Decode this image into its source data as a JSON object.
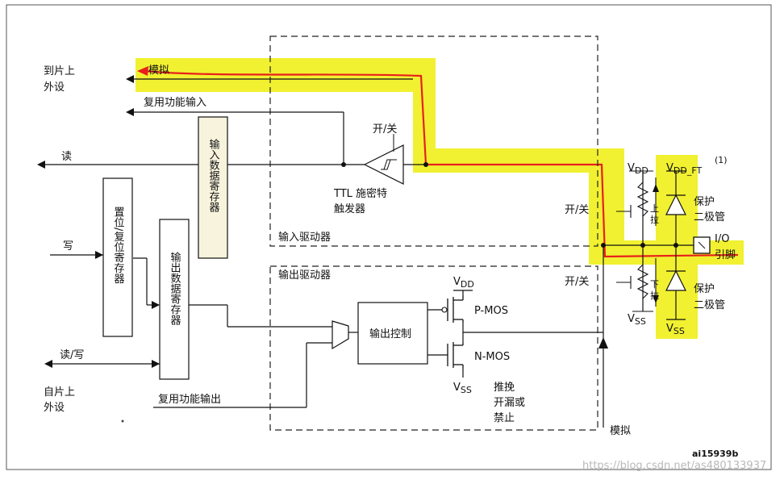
{
  "diagram": {
    "labels": {
      "to_onchip_periph": [
        "到片上",
        "外设"
      ],
      "analog_top": "模拟",
      "af_input": "复用功能输入",
      "read": "读",
      "write": "写",
      "read_write": "读/写",
      "from_onchip_periph": [
        "自片上",
        "外设"
      ],
      "af_output": "复用功能输出",
      "input_data_reg": "输入数据寄存器",
      "bit_set_reset_reg": "置位/复位寄存器",
      "output_data_reg": "输出数据寄存器",
      "onoff_1": "开/关",
      "ttl_schmitt": [
        "TTL 施密特",
        "触发器"
      ],
      "input_driver": "输入驱动器",
      "output_driver": "输出驱动器",
      "vdd": "V",
      "vdd_sub": "DD",
      "vdd_ft": "V",
      "vdd_ft_sub": "DD_FT",
      "vdd_ft_note": "(1)",
      "onoff_2": "开/关",
      "onoff_3": "开/关",
      "pull_up": [
        "上",
        "拉"
      ],
      "pull_down": [
        "下",
        "拉"
      ],
      "protect_diode_1": [
        "保护",
        "二极管"
      ],
      "protect_diode_2": [
        "保护",
        "二极管"
      ],
      "io_pin": [
        "I/O",
        "引脚"
      ],
      "vdd2": "V",
      "vdd2_sub": "DD",
      "pmos": "P-MOS",
      "nmos": "N-MOS",
      "output_control": "输出控制",
      "vss1": "V",
      "vss1_sub": "SS",
      "push_pull": [
        "推挽",
        "开漏或",
        "禁止"
      ],
      "vss2": "V",
      "vss2_sub": "SS",
      "vss3": "V",
      "vss3_sub": "SS",
      "analog_bottom": "模拟",
      "fig_id": "ai15939b",
      "watermark": "https://blog.csdn.net/as480133937"
    },
    "colors": {
      "highlight": "#f0f020",
      "red_path": "#e8201c",
      "reg_fill": "#f7f3dc",
      "line": "#111111"
    }
  }
}
